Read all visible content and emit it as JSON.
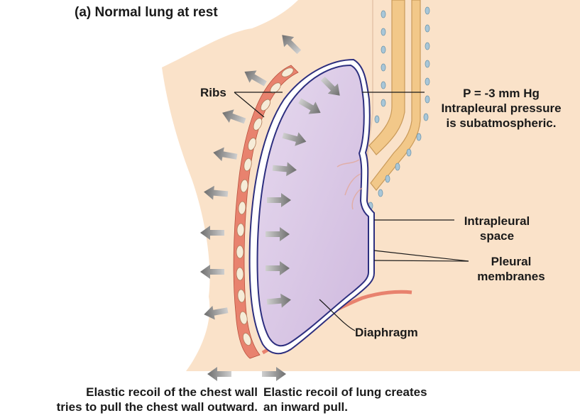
{
  "title": "(a) Normal lung at rest",
  "labels": {
    "ribs": "Ribs",
    "pressure_value": "P = -3 mm Hg",
    "pressure_line2": "Intrapleural pressure",
    "pressure_line3": "is subatmospheric.",
    "intrapleural_line1": "Intrapleural",
    "intrapleural_line2": "space",
    "pleural_line1": "Pleural",
    "pleural_line2": "membranes",
    "diaphragm": "Diaphragm"
  },
  "legend": {
    "chest_wall_line1": "Elastic recoil of the chest wall",
    "chest_wall_line2": "tries to pull the chest wall outward.",
    "lung_line1": "Elastic recoil of lung creates",
    "lung_line2": "an inward pull."
  },
  "colors": {
    "chest_wall": "#fae2c9",
    "lung": "#dccbe6",
    "pleura_outline": "#2d2f7f",
    "rib_muscle": "#e8826e",
    "rib_bone": "#f6ecd8",
    "airway": "#f2c889",
    "airway_dots": "#a9c7d8",
    "arrow": "#8f8f8f"
  }
}
